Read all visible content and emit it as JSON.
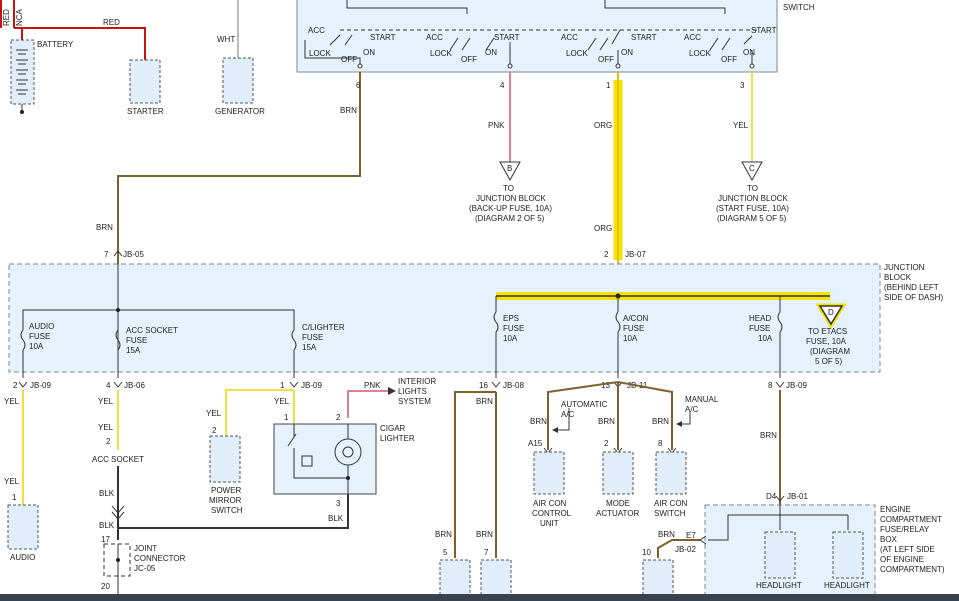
{
  "colors": {
    "red": "#cc1111",
    "brn": "#806030",
    "yel": "#f0e040",
    "org": "#e8c000",
    "pnk": "#e08090",
    "blk": "#333333",
    "wht": "#bbbbbb",
    "highlight": "#f4e200"
  },
  "top": {
    "red_v": "RED",
    "nca": "NCA",
    "red_h": "RED",
    "battery": "BATTERY",
    "starter": "STARTER",
    "wht": "WHT",
    "generator": "GENERATOR",
    "switch": "SWITCH"
  },
  "ign": {
    "acc": "ACC",
    "lock": "LOCK",
    "off": "OFF",
    "on": "ON",
    "start": "START",
    "pin6": "6",
    "pin4": "4",
    "pin1": "1",
    "pin3": "3",
    "brn": "BRN",
    "pnk": "PNK",
    "org": "ORG",
    "yel": "YEL",
    "conn_b": "B",
    "conn_c": "C",
    "to_b": [
      "TO",
      "JUNCTION BLOCK",
      "(BACK-UP FUSE, 10A)",
      "(DIAGRAM 2 OF 5)"
    ],
    "to_c": [
      "TO",
      "JUNCTION BLOCK",
      "(START FUSE, 10A)",
      "(DIAGRAM 5 OF 5)"
    ]
  },
  "jb": {
    "brn_in": "BRN",
    "org_in": "ORG",
    "pin7": "7",
    "jb05": "JB-05",
    "pin2": "2",
    "jb07": "JB-07",
    "title": [
      "JUNCTION",
      "BLOCK",
      "(BEHIND LEFT",
      "SIDE OF DASH)"
    ],
    "audio_fuse": [
      "AUDIO",
      "FUSE",
      "10A"
    ],
    "acc_fuse": [
      "ACC SOCKET",
      "FUSE",
      "15A"
    ],
    "cl_fuse": [
      "C/LIGHTER",
      "FUSE",
      "15A"
    ],
    "eps_fuse": [
      "EPS",
      "FUSE",
      "10A"
    ],
    "acon_fuse": [
      "A/CON",
      "FUSE",
      "10A"
    ],
    "head_fuse": [
      "HEAD",
      "FUSE",
      "10A"
    ],
    "etacs_conn": "D",
    "etacs": [
      "TO ETACS",
      "FUSE, 10A",
      "(DIAGRAM",
      "5 OF 5)"
    ]
  },
  "lower": {
    "p2": "2",
    "jb09a": "JB-09",
    "p4": "4",
    "jb06": "JB-06",
    "p1": "1",
    "jb09b": "JB-09",
    "p16": "16",
    "jb08": "JB-08",
    "p13": "13",
    "jb11": "JB-11",
    "p8": "8",
    "jb09c": "JB-09",
    "yel": "YEL",
    "brn": "BRN",
    "blk": "BLK",
    "pnk": "PNK",
    "audio": "AUDIO",
    "acc_socket": "ACC SOCKET",
    "power_mirror": [
      "POWER",
      "MIRROR",
      "SWITCH"
    ],
    "interior": [
      "INTERIOR",
      "LIGHTS",
      "SYSTEM"
    ],
    "cigar": [
      "CIGAR",
      "LIGHTER"
    ],
    "joint": [
      "JOINT",
      "CONNECTOR",
      "JC-05"
    ],
    "auto_ac": [
      "AUTOMATIC",
      "A/C"
    ],
    "manual_ac": [
      "MANUAL",
      "A/C"
    ],
    "aircon_cu": [
      "AIR CON",
      "CONTROL",
      "UNIT"
    ],
    "mode_act": [
      "MODE",
      "ACTUATOR"
    ],
    "aircon_sw": [
      "AIR CON",
      "SWITCH"
    ],
    "a15": "A15",
    "d4": "D4",
    "jb01": "JB-01",
    "e7": "E7",
    "jb02": "JB-02",
    "engine_box": [
      "ENGINE",
      "COMPARTMENT",
      "FUSE/RELAY",
      "BOX",
      "(AT LEFT SIDE",
      "OF ENGINE",
      "COMPARTMENT)"
    ],
    "headlight": "HEADLIGHT",
    "n1": "1",
    "n2": "2",
    "n3": "3",
    "n5": "5",
    "n7": "7",
    "n8": "8",
    "n10": "10",
    "n17": "17",
    "n20": "20"
  }
}
